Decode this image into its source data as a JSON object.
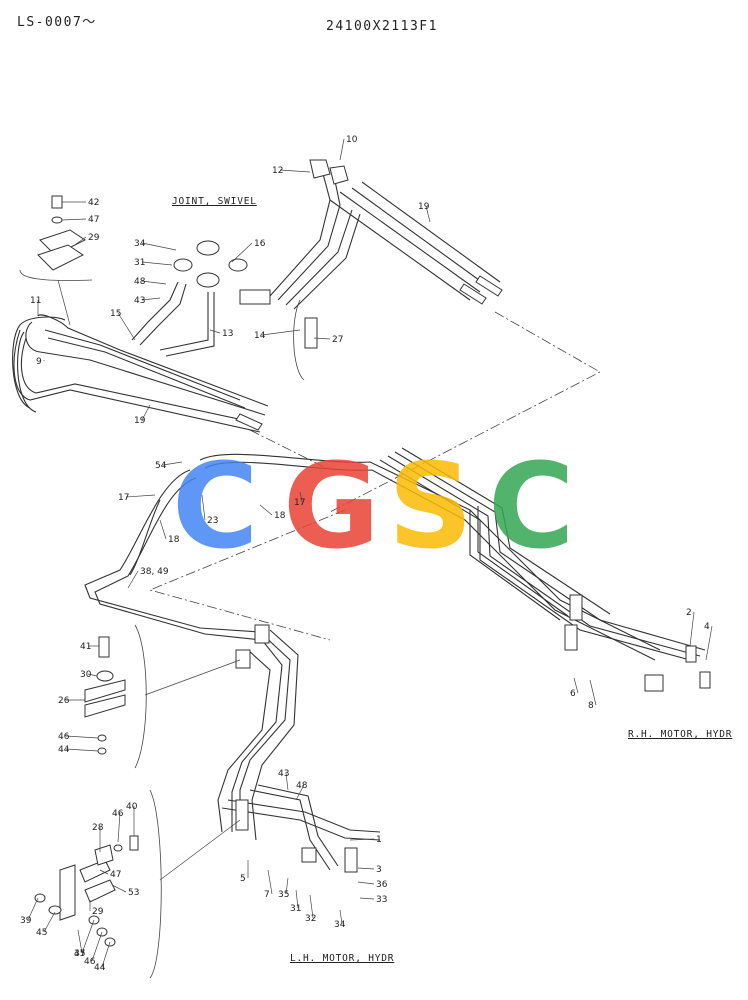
{
  "header": {
    "serial_range": "LS-0007〜",
    "drawing_number": "24100X2113F1"
  },
  "sections": {
    "joint_swivel": "JOINT, SWIVEL",
    "rh_motor": "R.H.  MOTOR, HYDR",
    "lh_motor": "L.H.  MOTOR, HYDR"
  },
  "watermark": {
    "letters": [
      "C",
      "G",
      "S",
      "C"
    ],
    "colors": [
      "#4285f4",
      "#ea4335",
      "#fbbc05",
      "#34a853"
    ]
  },
  "callouts": [
    "42",
    "47",
    "29",
    "34",
    "31",
    "48",
    "43",
    "16",
    "10",
    "12",
    "19",
    "11",
    "15",
    "13",
    "14",
    "27",
    "9",
    "19",
    "54",
    "17",
    "23",
    "18",
    "18",
    "17",
    "38, 49",
    "2",
    "4",
    "6",
    "8",
    "41",
    "30",
    "26",
    "46",
    "44",
    "43",
    "48",
    "1",
    "3",
    "36",
    "33",
    "5",
    "7",
    "35",
    "31",
    "32",
    "34",
    "40",
    "46",
    "28",
    "47",
    "53",
    "29",
    "39",
    "45",
    "37",
    "45",
    "46",
    "44"
  ]
}
